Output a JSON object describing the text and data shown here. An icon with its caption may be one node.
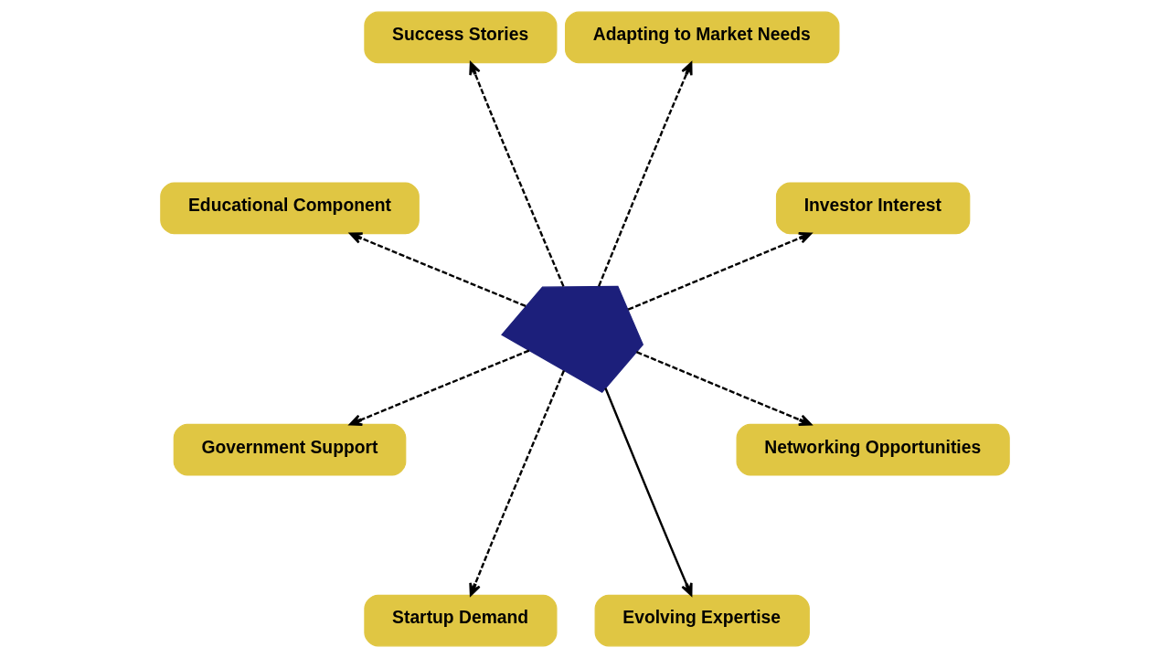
{
  "diagram": {
    "nodes": [
      {
        "text": [
          "Investor Interest"
        ]
      },
      {
        "text": [
          "Adapting to Market Needs"
        ]
      },
      {
        "text": [
          "Success Stories"
        ]
      },
      {
        "text": [],
        "shape": "picture"
      },
      {
        "text": [
          "Educational Component"
        ]
      },
      {
        "text": [
          "Government Support"
        ]
      },
      {
        "text": [
          "Startup Demand"
        ]
      },
      {
        "text": [
          "Evolving Expertise"
        ]
      },
      {
        "text": [
          "Networking Opportunities"
        ]
      }
    ],
    "edges": [
      {
        "from": 3,
        "to": 0,
        "arrow": "to",
        "style": "dashed"
      },
      {
        "from": 3,
        "to": 1,
        "arrow": "to",
        "style": "dashed"
      },
      {
        "from": 3,
        "to": 2,
        "arrow": "to",
        "style": "dashed"
      },
      {
        "from": 3,
        "to": 4,
        "arrow": "to",
        "style": "dashed"
      },
      {
        "from": 3,
        "to": 5,
        "arrow": "to",
        "style": "dashed"
      },
      {
        "from": 3,
        "to": 6,
        "arrow": "to",
        "style": "dashed"
      },
      {
        "from": 3,
        "to": 7,
        "arrow": "to"
      },
      {
        "from": 3,
        "to": 8,
        "arrow": "to",
        "style": "dashed"
      }
    ]
  }
}
